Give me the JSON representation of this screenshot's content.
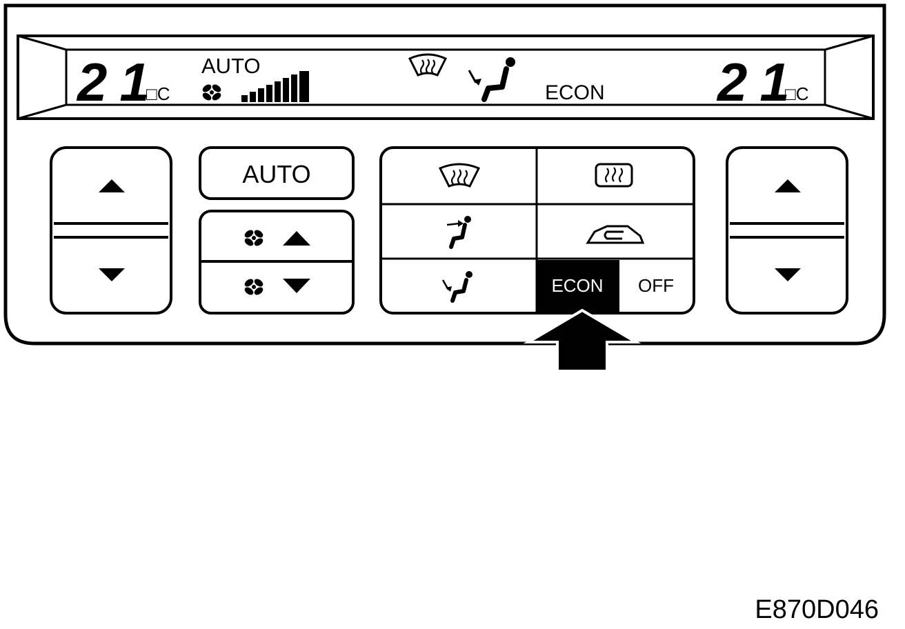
{
  "display": {
    "left_temp": "21",
    "right_temp": "21",
    "temp_unit": "□C",
    "mode_label": "AUTO",
    "econ_label": "ECON"
  },
  "panel": {
    "auto_label": "AUTO",
    "econ_label": "ECON",
    "off_label": "OFF"
  },
  "figure_code": "E870D046",
  "colors": {
    "ink": "#000000",
    "paper": "#ffffff"
  },
  "icons": [
    "fan-icon",
    "front-defrost-icon",
    "rear-defrost-icon",
    "face-vent-icon",
    "foot-vent-icon",
    "recirculation-icon",
    "triangle-up-icon",
    "triangle-down-icon",
    "pointer-arrow-icon"
  ]
}
